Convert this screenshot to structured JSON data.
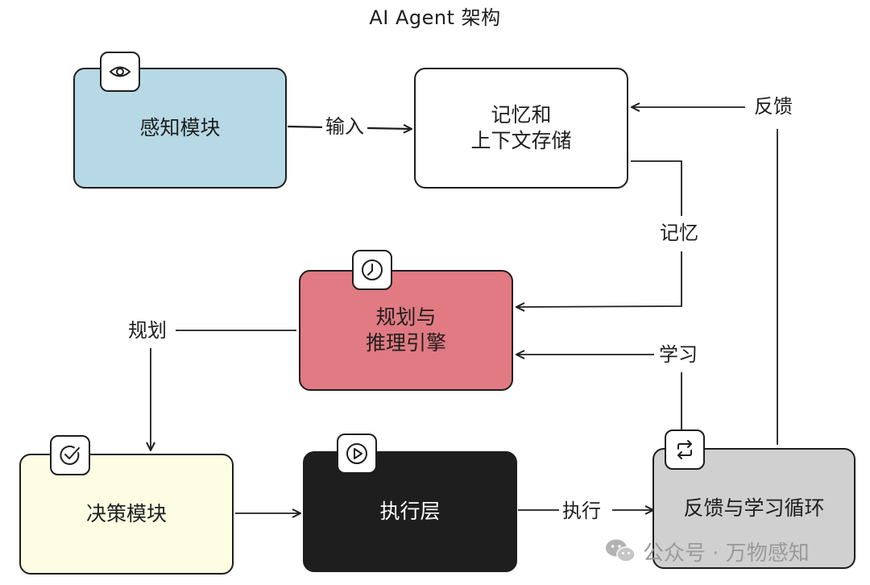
{
  "title": "AI Agent 架构",
  "nodes": {
    "perception": {
      "label": "感知模块",
      "fill": "#b6d9e5",
      "text_color": "#1e1e1e",
      "icon": "eye-icon"
    },
    "memory": {
      "label": "记忆和\n上下文存储",
      "fill": "#ffffff",
      "text_color": "#1e1e1e"
    },
    "planning": {
      "label": "规划与\n推理引擎",
      "fill": "#e17a82",
      "text_color": "#1e1e1e",
      "icon": "clock-icon"
    },
    "decision": {
      "label": "决策模块",
      "fill": "#fefde4",
      "text_color": "#1e1e1e",
      "icon": "check-circle-icon"
    },
    "execution": {
      "label": "执行层",
      "fill": "#1e1e1e",
      "text_color": "#ffffff",
      "icon": "play-icon"
    },
    "feedback": {
      "label": "反馈与学习循环",
      "fill": "#d0d0d0",
      "text_color": "#1e1e1e",
      "icon": "repeat-icon"
    }
  },
  "edges": {
    "input": "输入",
    "feedback": "反馈",
    "memory": "记忆",
    "plan": "规划",
    "learn": "学习",
    "execute": "执行"
  },
  "watermark": {
    "icon": "wechat-icon",
    "text": "公众号 · 万物感知"
  }
}
